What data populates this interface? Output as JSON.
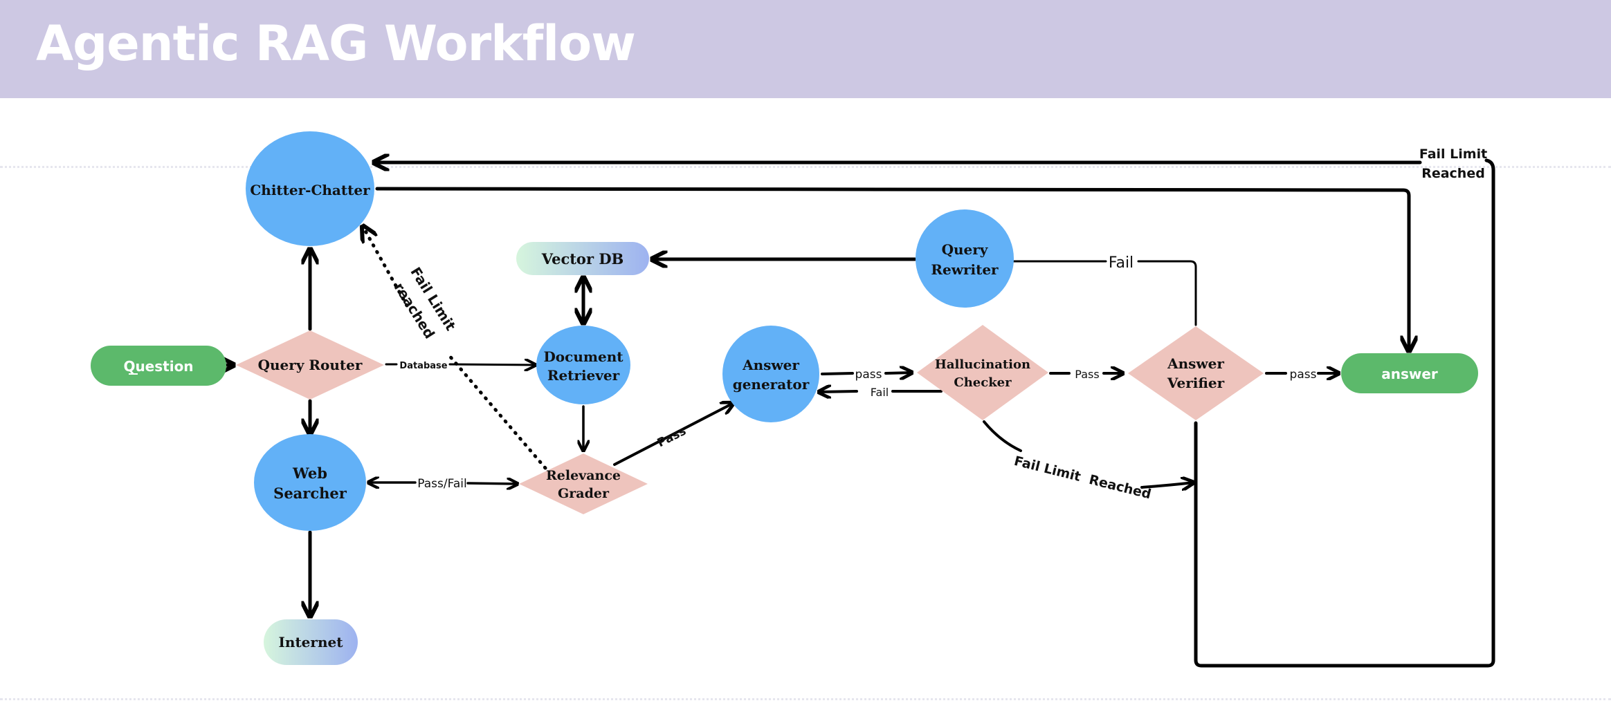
{
  "title": "Agentic RAG Workflow",
  "colors": {
    "banner": "#cdc8e3",
    "process_node": "#62b1f7",
    "decision_node": "#eec4bd",
    "terminal_node": "#5cb96b",
    "store_gradient_start": "#d6f5dd",
    "store_gradient_end": "#9db2f0",
    "edge": "#000000"
  },
  "nodes": {
    "question": "Question",
    "query_router": "Query Router",
    "chitter_chatter": "Chitter-Chatter",
    "web_searcher_1": "Web",
    "web_searcher_2": "Searcher",
    "internet": "Internet",
    "vector_db": "Vector DB",
    "doc_retriever_1": "Document",
    "doc_retriever_2": "Retriever",
    "relevance_grader_1": "Relevance",
    "relevance_grader_2": "Grader",
    "answer_generator_1": "Answer",
    "answer_generator_2": "generator",
    "query_rewriter_1": "Query",
    "query_rewriter_2": "Rewriter",
    "hallucination_checker_1": "Hallucination",
    "hallucination_checker_2": "Checker",
    "answer_verifier_1": "Answer",
    "answer_verifier_2": "Verifier",
    "answer": "answer"
  },
  "edge_labels": {
    "database": "Database",
    "pass_fail": "Pass/Fail",
    "pass_grader_generator": "Pass",
    "pass_generator_checker": "pass",
    "fail_checker_generator": "Fail",
    "pass_checker_verifier": "Pass",
    "pass_verifier_answer": "pass",
    "fail_verifier_rewriter": "Fail",
    "fail_limit_reached_checker": "Fail Limit  Reached",
    "fail_limit_reached_top_1": "Fail Limit",
    "fail_limit_reached_top_2": "Reached",
    "fail_limit_reached_grader_1": "Fail Limit",
    "fail_limit_reached_grader_2": "reached"
  }
}
